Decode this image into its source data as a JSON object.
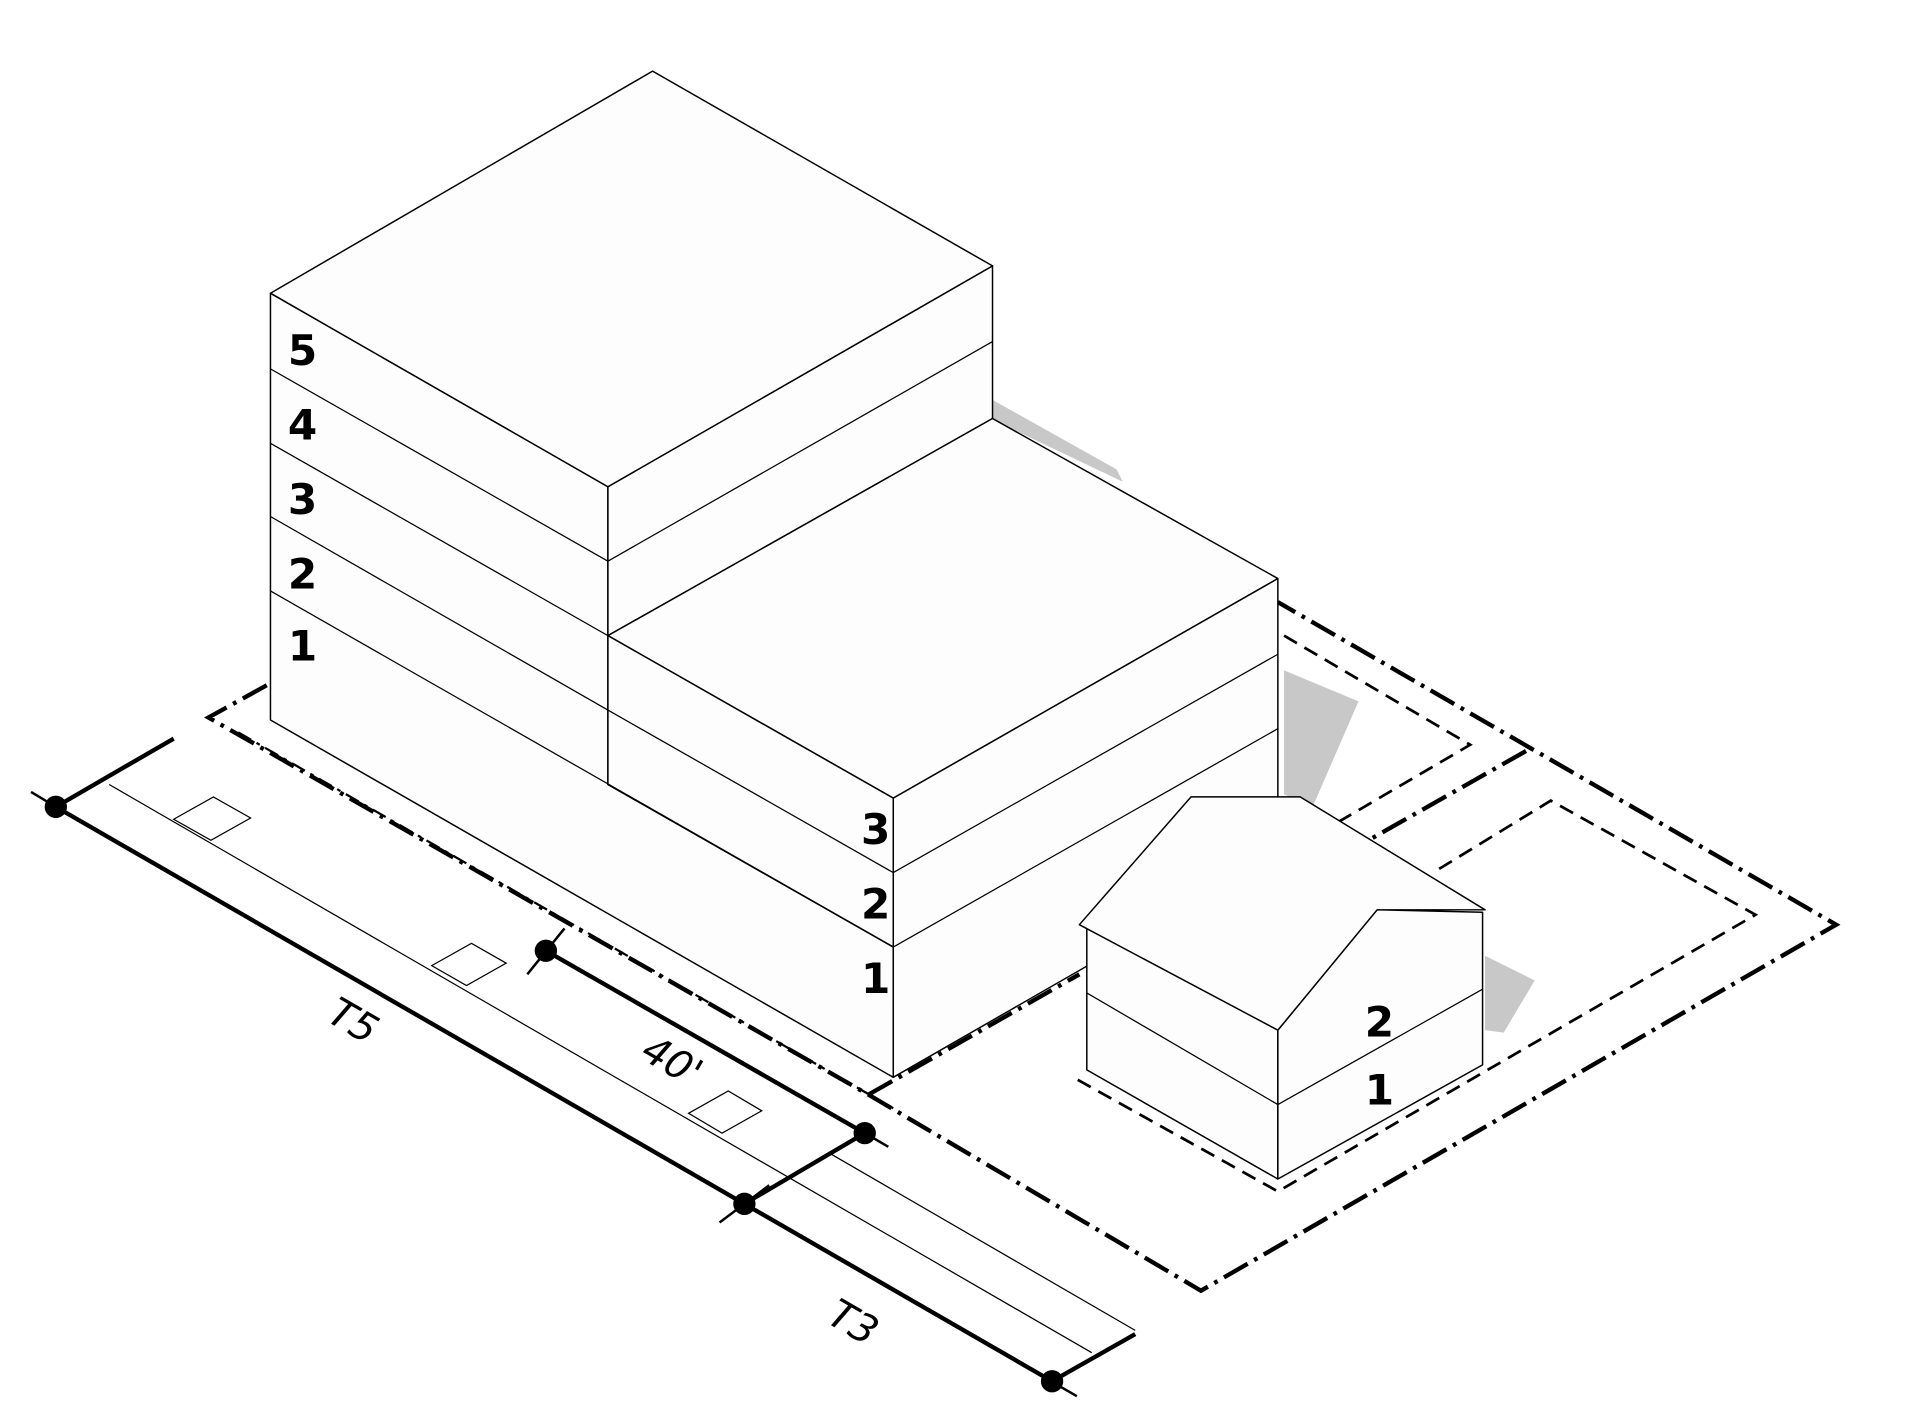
{
  "diagram": {
    "zones": {
      "t5": "T5",
      "t3": "T3"
    },
    "dimension": "40'",
    "tall_building_floors": [
      "5",
      "4",
      "3",
      "2",
      "1"
    ],
    "lower_building_floors": [
      "3",
      "2",
      "1"
    ],
    "house_floors": [
      "2",
      "1"
    ],
    "colors": {
      "line": "#000000",
      "fill": "#fdfdfd",
      "shadow": "#c8c8c8"
    }
  }
}
